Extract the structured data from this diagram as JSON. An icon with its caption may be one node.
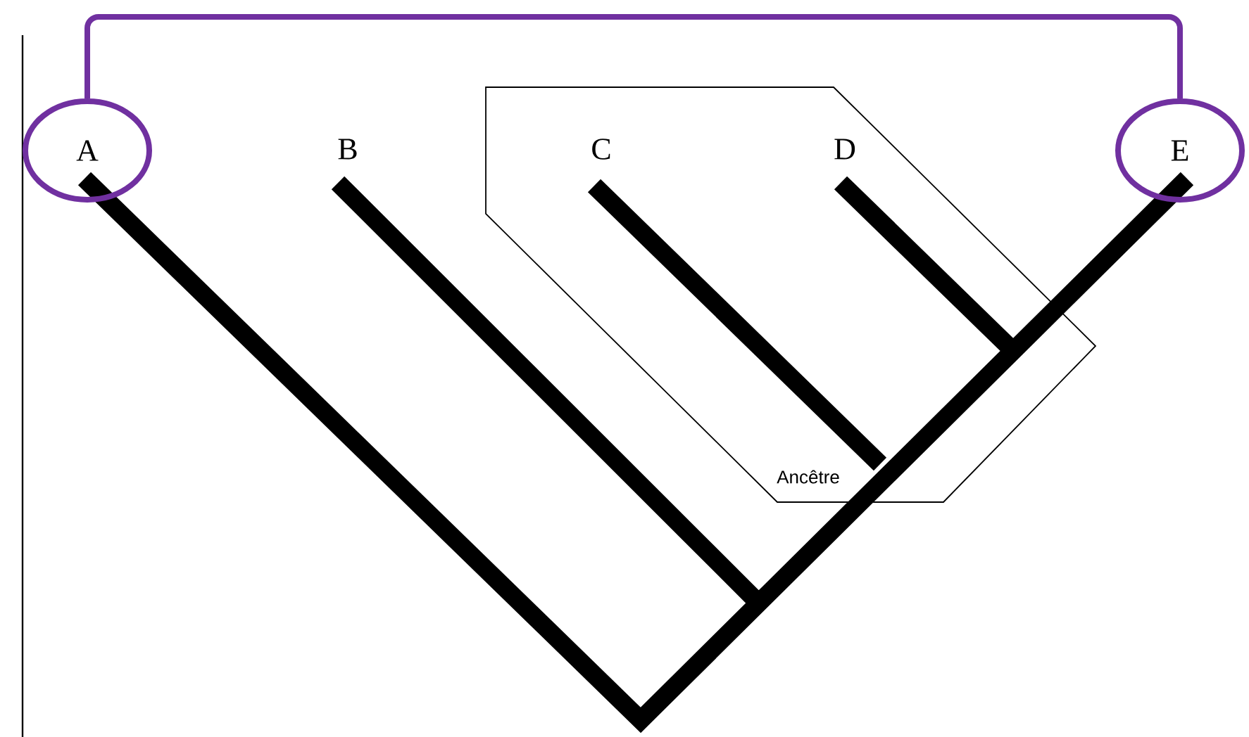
{
  "diagram": {
    "nodes": [
      {
        "text": [
          "A"
        ]
      },
      {
        "text": [
          "B"
        ]
      },
      {
        "text": [
          "Ancêtre"
        ]
      },
      {
        "text": [
          "C"
        ],
        "in": 2
      },
      {
        "text": [
          "D"
        ],
        "in": 2
      },
      {
        "text": [
          "E"
        ]
      }
    ],
    "edges": [
      {
        "from": 0,
        "to": 5,
        "arrow": "none",
        "color": "#7030a0"
      }
    ]
  }
}
